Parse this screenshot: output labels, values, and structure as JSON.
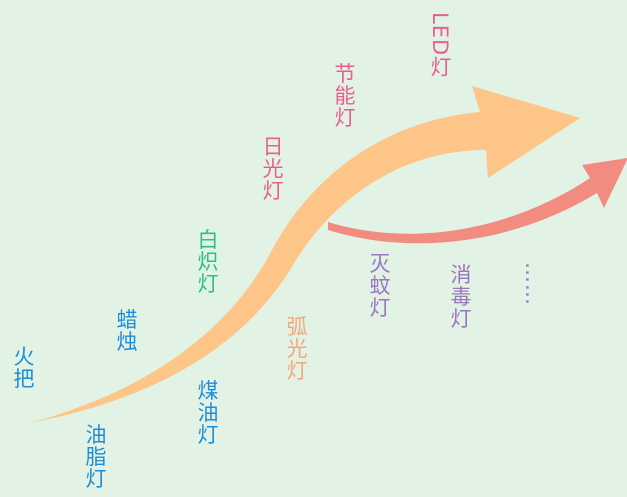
{
  "colors": {
    "background": "#e2f2e5",
    "main_arrow": "#fdc588",
    "secondary_arrow": "#f28b80",
    "blue": "#1f8ed8",
    "green": "#2bbf86",
    "pink": "#e8608e",
    "purple": "#9a78c0",
    "orange": "#f2a97a"
  },
  "labels": {
    "torch": "火把",
    "oil_lamp": "油脂灯",
    "candle": "蜡烛",
    "kerosene_lamp": "煤油灯",
    "incandescent": "白炽灯",
    "arc_lamp": "弧光灯",
    "fluorescent": "日光灯",
    "energy_saving": "节能灯",
    "led": "LED灯",
    "mosquito_lamp": "灭蚊灯",
    "disinfection_lamp": "消毒灯",
    "ellipsis": "……"
  }
}
